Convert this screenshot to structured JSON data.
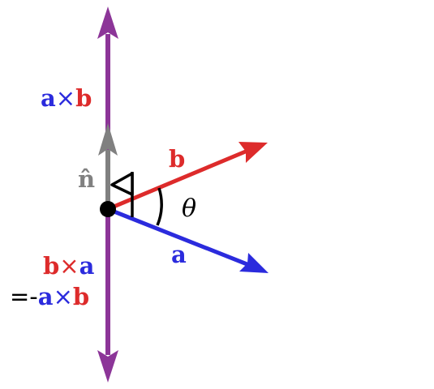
{
  "colors": {
    "a": "#2b2bdd",
    "b": "#dd2b2b",
    "normal": "#808080",
    "cross": "#8c3598",
    "ink": "#000000"
  },
  "labels": {
    "a_vector": "a",
    "b_vector": "b",
    "n_hat": "n̂",
    "theta": "θ",
    "a_cross_b": {
      "first": "a",
      "op": "×",
      "second": "b"
    },
    "b_cross_a": {
      "first": "b",
      "op": "×",
      "second": "a"
    },
    "equals_neg_a_cross_b": {
      "prefix": "=-",
      "first": "a",
      "op": "×",
      "second": "b"
    }
  }
}
